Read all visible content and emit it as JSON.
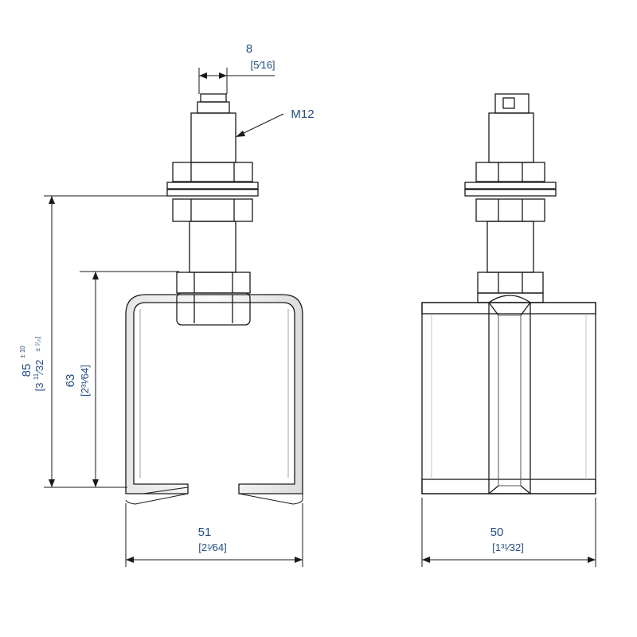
{
  "dimensions": {
    "shaft_width": {
      "mm": "8",
      "inch": "[5⁄16]"
    },
    "thread": {
      "label": "M12"
    },
    "overall_height": {
      "mm": "85",
      "tol": "± 10",
      "inch_whole": "[3",
      "inch_num": "11",
      "inch_den": "⁄32",
      "inch_tol": "± ⁷⁄₁₆]"
    },
    "channel_height": {
      "mm": "63",
      "inch": "[2³¹⁄64]"
    },
    "channel_width": {
      "mm": "51",
      "inch": "[2¹⁄64]"
    },
    "side_width": {
      "mm": "50",
      "inch": "[1³¹⁄32]"
    }
  },
  "colors": {
    "dimension_text": "#1f4e8c",
    "outline": "#1a1a1a",
    "metal_light": "#f2f2f2",
    "metal_mid": "#d6d6d6",
    "metal_dark": "#a9a9a9"
  }
}
